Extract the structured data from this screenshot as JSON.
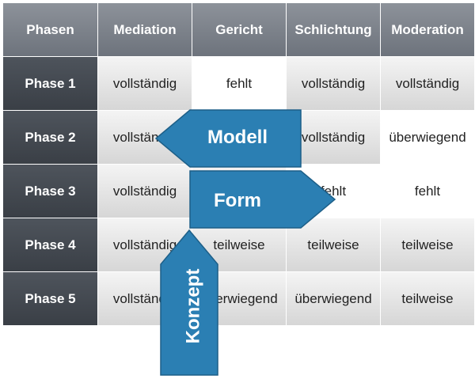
{
  "table": {
    "headers": [
      "Phasen",
      "Mediation",
      "Gericht",
      "Schlichtung",
      "Moderation"
    ],
    "rows": [
      {
        "phase": "Phase 1",
        "cells": [
          "vollständig",
          "fehlt",
          "vollständig",
          "vollständig"
        ]
      },
      {
        "phase": "Phase 2",
        "cells": [
          "vollständig",
          "",
          "vollständig",
          "überwiegend"
        ]
      },
      {
        "phase": "Phase 3",
        "cells": [
          "vollständig",
          "",
          "fehlt",
          "fehlt"
        ]
      },
      {
        "phase": "Phase 4",
        "cells": [
          "vollständig",
          "teilweise",
          "teilweise",
          "teilweise"
        ]
      },
      {
        "phase": "Phase 5",
        "cells": [
          "vollständig",
          "überwiegend",
          "überwiegend",
          "teilweise"
        ]
      }
    ]
  },
  "arrows": {
    "modell": "Modell",
    "form": "Form",
    "konzept": "Konzept"
  },
  "colors": {
    "arrow_fill": "#2b7fb3",
    "arrow_stroke": "#1d5f88",
    "header_bg": "#7d838b",
    "row_header_bg": "#454a51"
  }
}
